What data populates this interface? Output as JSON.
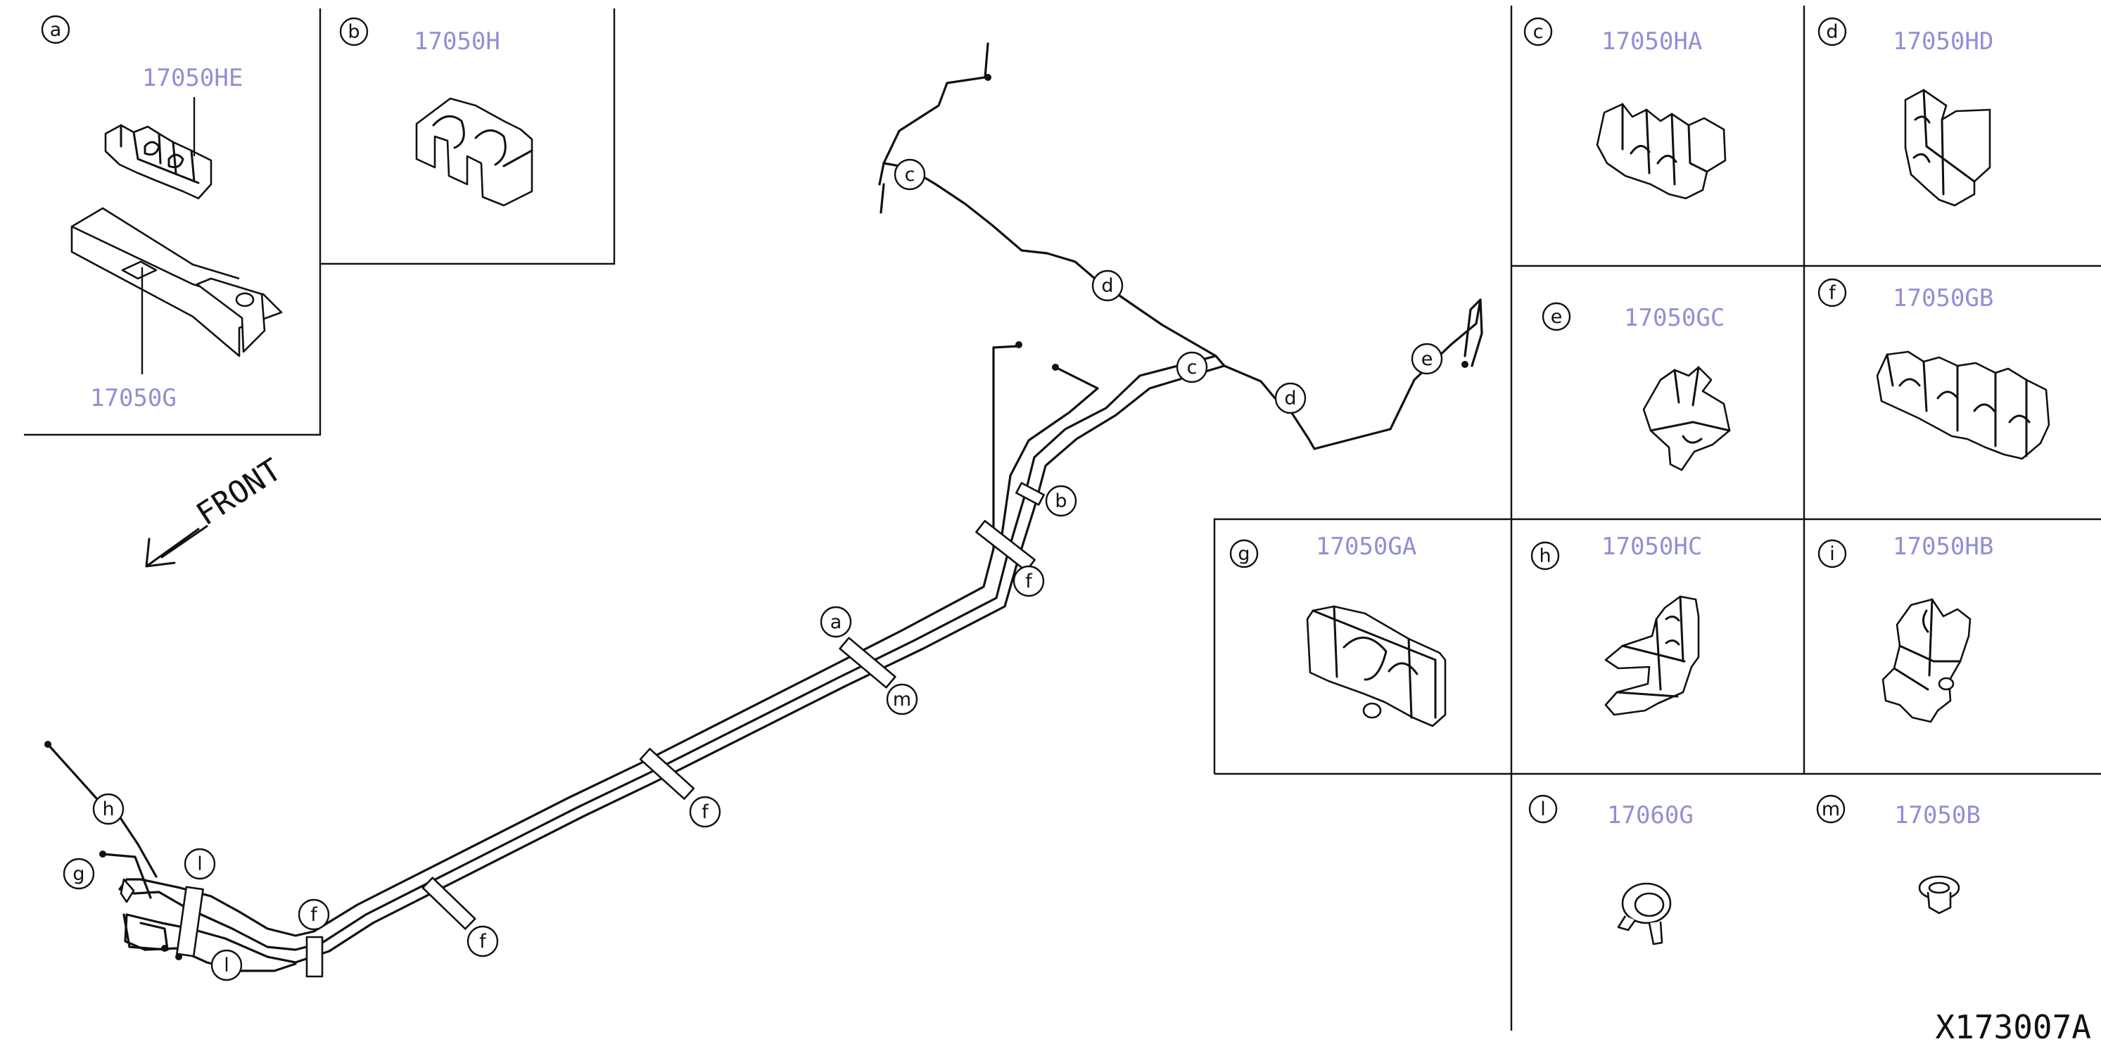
{
  "diagram_code": "X173007A",
  "front_label": "FRONT",
  "panels": [
    {
      "letter": "a",
      "parts": [
        "17050HE",
        "17050G"
      ]
    },
    {
      "letter": "b",
      "parts": [
        "17050H"
      ]
    },
    {
      "letter": "c",
      "parts": [
        "17050HA"
      ]
    },
    {
      "letter": "d",
      "parts": [
        "17050HD"
      ]
    },
    {
      "letter": "e",
      "parts": [
        "17050GC"
      ]
    },
    {
      "letter": "f",
      "parts": [
        "17050GB"
      ]
    },
    {
      "letter": "g",
      "parts": [
        "17050GA"
      ]
    },
    {
      "letter": "h",
      "parts": [
        "17050HC"
      ]
    },
    {
      "letter": "i",
      "parts": [
        "17050HB"
      ]
    },
    {
      "letter": "l",
      "parts": [
        "17060G"
      ]
    },
    {
      "letter": "m",
      "parts": [
        "17050B"
      ]
    }
  ],
  "callouts": [
    "c",
    "d",
    "c",
    "d",
    "e",
    "b",
    "f",
    "a",
    "m",
    "f",
    "f",
    "f",
    "h",
    "l",
    "g",
    "l"
  ]
}
